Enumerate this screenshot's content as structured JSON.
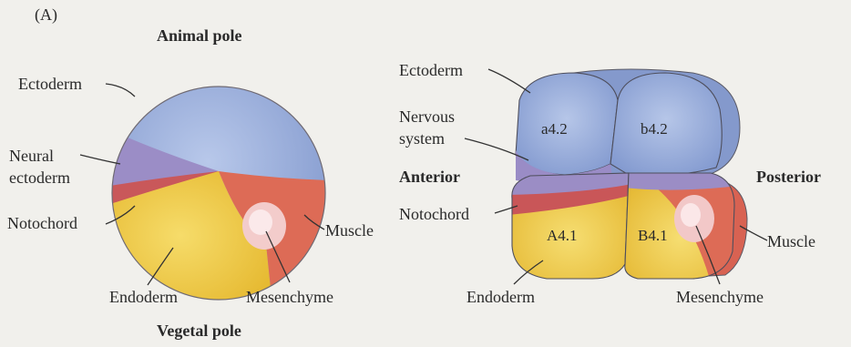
{
  "panel_label": "(A)",
  "left_embryo": {
    "top_label": "Animal pole",
    "bottom_label": "Vegetal pole",
    "labels": {
      "ectoderm": "Ectoderm",
      "neural_line1": "Neural",
      "neural_line2": "ectoderm",
      "notochord": "Notochord",
      "endoderm": "Endoderm",
      "mesenchyme": "Mesenchyme",
      "muscle": "Muscle"
    }
  },
  "right_embryo": {
    "labels": {
      "ectoderm": "Ectoderm",
      "nervous_line1": "Nervous",
      "nervous_line2": "system",
      "anterior": "Anterior",
      "posterior": "Posterior",
      "notochord": "Notochord",
      "endoderm": "Endoderm",
      "mesenchyme": "Mesenchyme",
      "muscle": "Muscle"
    },
    "cells": {
      "a42": "a4.2",
      "b42": "b4.2",
      "A41": "A4.1",
      "B41": "B4.1"
    }
  },
  "colors": {
    "ectoderm": "#8ea4d4",
    "neural": "#9a8cc4",
    "notochord": "#cc5a55",
    "endoderm": "#ecc53a",
    "muscle": "#dd6a55",
    "mesenchyme": "#f2c6c6",
    "background": "#f1f0ec"
  }
}
